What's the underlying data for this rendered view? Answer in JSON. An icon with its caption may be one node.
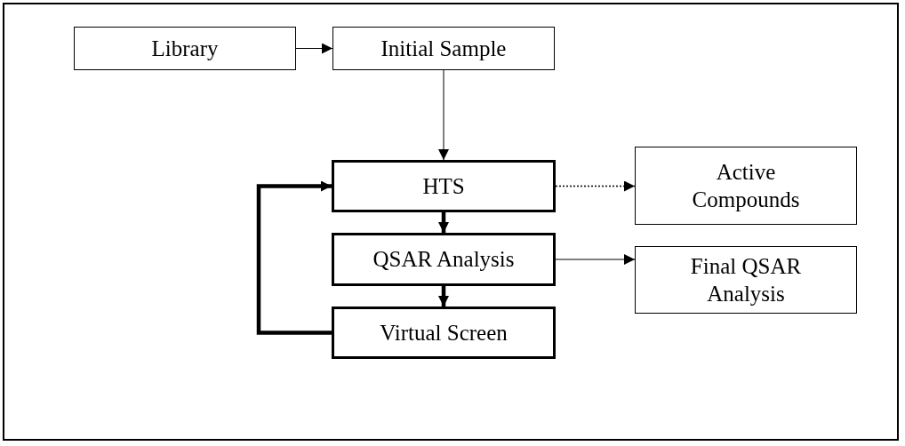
{
  "diagram": {
    "nodes": [
      {
        "text": [
          "Library"
        ]
      },
      {
        "text": [
          "Initial Sample"
        ]
      },
      {
        "text": [
          "HTS"
        ]
      },
      {
        "text": [
          "Active Compounds"
        ]
      },
      {
        "text": [
          "QSAR Analysis"
        ]
      },
      {
        "text": [
          "Final QSAR Analysis"
        ]
      },
      {
        "text": [
          "Virtual Screen"
        ]
      }
    ],
    "edges": [
      {
        "from": 0,
        "to": 1,
        "arrow": "to"
      },
      {
        "from": 1,
        "to": 2,
        "arrow": "to"
      },
      {
        "from": 2,
        "to": 3,
        "arrow": "to",
        "style": "dashed"
      },
      {
        "from": 2,
        "to": 4,
        "arrow": "to",
        "style": "thick"
      },
      {
        "from": 4,
        "to": 5,
        "arrow": "to"
      },
      {
        "from": 4,
        "to": 6,
        "arrow": "to",
        "style": "thick"
      },
      {
        "from": 6,
        "to": 2,
        "arrow": "to",
        "style": "thick"
      }
    ]
  }
}
